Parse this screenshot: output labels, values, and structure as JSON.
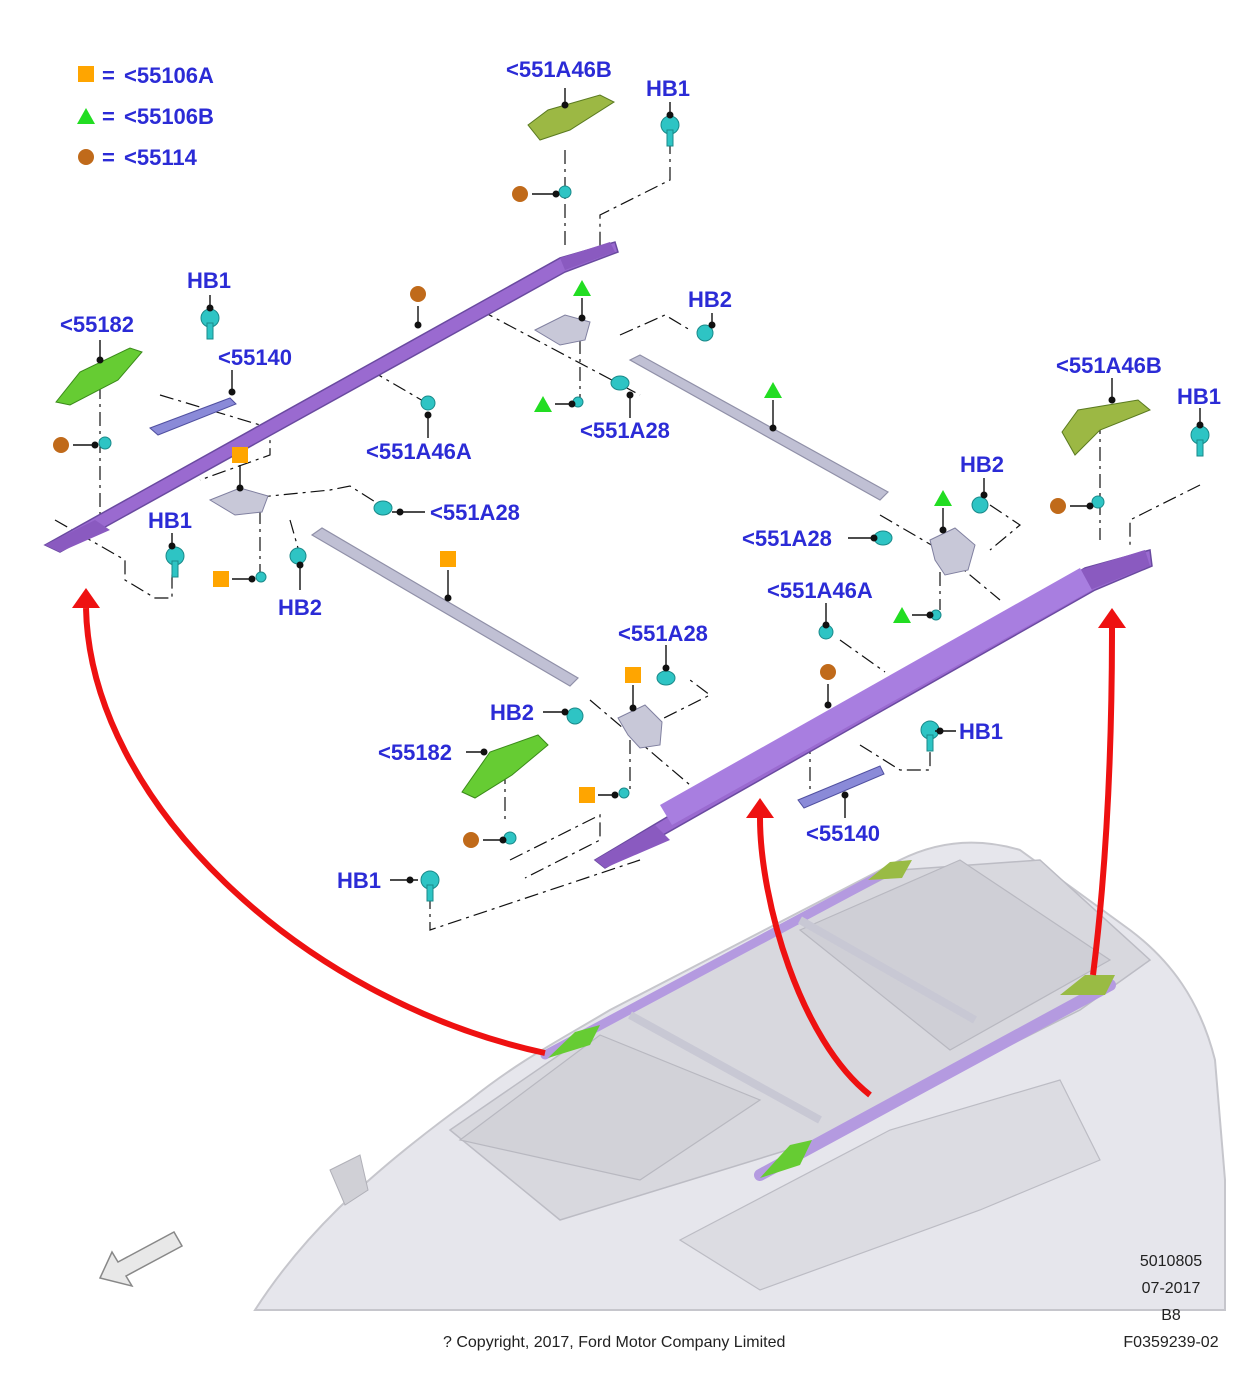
{
  "legend": [
    {
      "symbol": "square",
      "color": "#ffa500",
      "text": "<55106A"
    },
    {
      "symbol": "triangle",
      "color": "#22dd22",
      "text": "<55106B"
    },
    {
      "symbol": "circle",
      "color": "#c06a1a",
      "text": "<55114"
    }
  ],
  "legend_eq": "=",
  "labels": {
    "ab_top": "<551A46B",
    "hb1_top": "HB1",
    "hb1_left": "HB1",
    "p55182_left": "<55182",
    "p55140_left": "<55140",
    "ab_a_mid": "<551A46A",
    "hb2_top": "HB2",
    "a28_top": "<551A28",
    "ab_right": "<551A46B",
    "hb1_right": "HB1",
    "hb2_right": "HB2",
    "a28_mid": "<551A28",
    "hb1_lower_left": "HB1",
    "a28_right": "<551A28",
    "hb2_left": "HB2",
    "ab_a_right": "<551A46A",
    "a28_bottom": "<551A28",
    "hb2_bottom": "HB2",
    "p55182_bottom": "<55182",
    "hb1_lower_right": "HB1",
    "p55140_right": "<55140",
    "hb1_bottom": "HB1"
  },
  "footer": {
    "code1": "5010805",
    "date": "07-2017",
    "rev": "B8",
    "figure": "F0359239-02",
    "copyright": "? Copyright, 2017, Ford Motor Company Limited"
  },
  "colors": {
    "label": "#2b2bd6",
    "rail": "#9a6ad0",
    "crossbar": "#b8b8d0",
    "cover_green": "#66cc33",
    "clip_cyan": "#2ec4c4",
    "arrow_red": "#ee1111",
    "vehicle": "#e4e4ea"
  },
  "icons": [
    "direction-arrow-icon"
  ]
}
